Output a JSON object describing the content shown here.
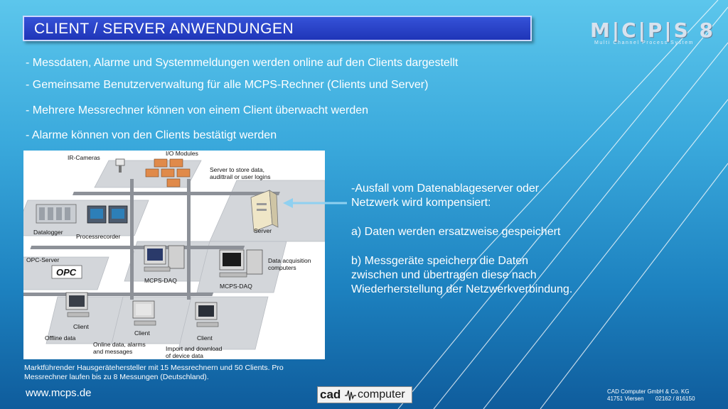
{
  "title": "CLIENT / SERVER ANWENDUNGEN",
  "logo": {
    "main": "M|C|P|S 8",
    "sub": "Multi Channel Process System"
  },
  "bullets": [
    "- Messdaten, Alarme und Systemmeldungen werden online auf den Clients dargestellt",
    "- Gemeinsame Benutzerverwaltung für alle MCPS-Rechner (Clients und Server)",
    "- Mehrere Messrechner können von einem Client überwacht werden",
    "- Alarme können von den Clients bestätigt werden"
  ],
  "diagram": {
    "labels": {
      "ir_cameras": "IR-Cameras",
      "io_modules": "I/O Modules",
      "server_desc_1": "Server to store data,",
      "server_desc_2": "audittrail or user logins",
      "datalogger": "Datalogger",
      "processrecorder": "Processrecorder",
      "server": "Server",
      "opc_server": "OPC-Server",
      "opc_logo": "OPC",
      "mcps_daq_1": "MCPS-DAQ",
      "mcps_daq_2": "MCPS-DAQ",
      "daq_desc_1": "Data acquisition",
      "daq_desc_2": "computers",
      "client_1": "Client",
      "client_2": "Client",
      "client_3": "Client",
      "offline": "Offline data",
      "online_1": "Online data, alarms",
      "online_2": "and messages",
      "import_1": "Import and download",
      "import_2": "of device data"
    }
  },
  "side": {
    "line1": "-Ausfall vom Datenablageserver oder",
    "line2": "Netzwerk wird kompensiert:",
    "line3": "a) Daten werden ersatzweise gespeichert",
    "line4": "b) Messgeräte speichern die Daten",
    "line5": "zwischen und übertragen diese nach",
    "line6": "Wiederherstellung der Netzwerkverbindung."
  },
  "caption": "Marktführender Hausgerätehersteller mit 15 Messrechnern und 50 Clients. Pro Messrechner laufen bis zu 8 Messungen (Deutschland).",
  "footer": {
    "website": "www.mcps.de",
    "cad_logo_cad": "cad",
    "cad_logo_computer": "computer",
    "company_name": "CAD Computer GmbH & Co. KG",
    "company_city": "41751 Viersen",
    "company_phone": "02162 / 816150"
  },
  "colors": {
    "title_bar": "#2540c8",
    "arrow": "#8fd0f0",
    "background_top": "#5cc6ec",
    "background_bottom": "#0f5c9c"
  }
}
